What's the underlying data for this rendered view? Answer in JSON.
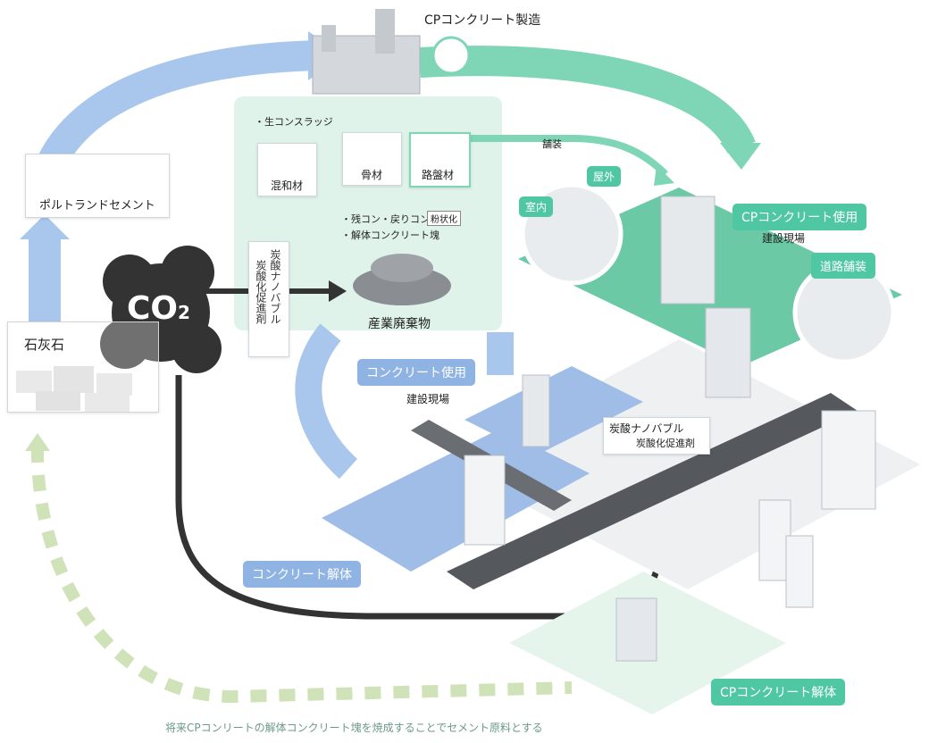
{
  "labels": {
    "cp_production": "CPコンクリート製造",
    "portland_cement": "ポルトランドセメント",
    "limestone": "石灰石",
    "co2": "CO",
    "co2_sub": "2",
    "sludge": "・生コンスラッジ",
    "mixing_material": "混和材",
    "aggregate": "骨材",
    "roadbed": "路盤材",
    "residual_1": "・残コン・戻りコン",
    "powder": "粉状化",
    "residual_2": "・解体コンクリート塊",
    "industrial_waste": "産業廃棄物",
    "nano_bubble": "炭酸ナノバブル",
    "accelerator": "炭酸化促進剤",
    "pavement": "舗装",
    "outdoor": "屋外",
    "indoor": "室内",
    "cp_use": "CPコンクリート使用",
    "construction_site": "建設現場",
    "road_pavement": "道路舗装",
    "concrete_use": "コンクリート使用",
    "construction_site_2": "建設現場",
    "nano_bubble_2": "炭酸ナノバブル",
    "accelerator_2": "炭酸化促進剤",
    "concrete_demolition": "コンクリート解体",
    "cp_demolition": "CPコンクリート解体",
    "future_note": "将来CPコンリートの解体コンクリート塊を焼成することでセメント原料とする"
  },
  "colors": {
    "blue_flow": "#a9c7ec",
    "green_flow": "#7fd6b6",
    "co2_dark": "#333333",
    "future_dashed": "#cfe2b8",
    "green_panel": "#dff3ea",
    "blue_pill": "#8fb3e2",
    "green_pill": "#4fc7a2"
  }
}
